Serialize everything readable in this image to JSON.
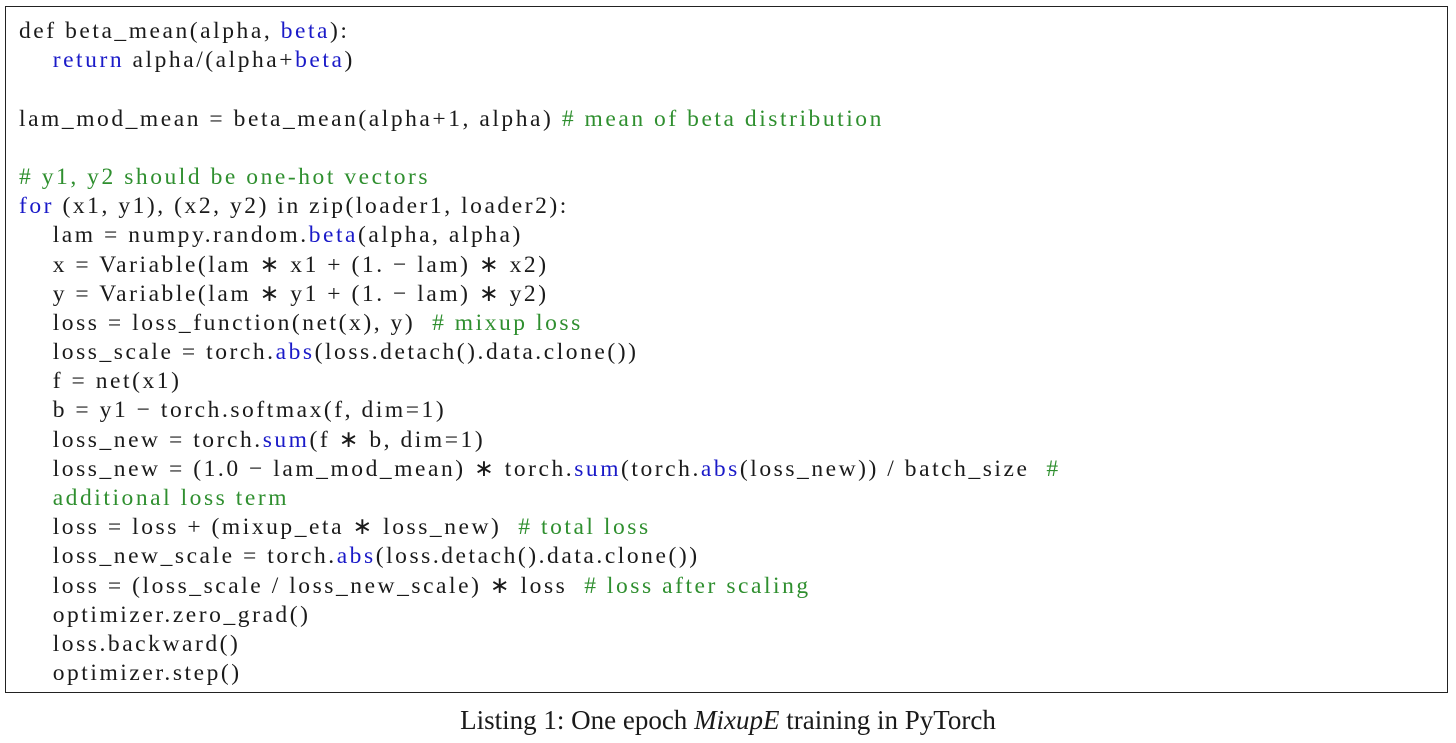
{
  "colors": {
    "keyword": "#1a1ac8",
    "comment": "#2f8f2f",
    "text": "#1a1a1a",
    "border": "#222222"
  },
  "code": {
    "lines": [
      [
        {
          "t": "tx",
          "s": "def beta_mean(alpha, "
        },
        {
          "t": "kw",
          "s": "beta"
        },
        {
          "t": "tx",
          "s": "):"
        }
      ],
      [
        {
          "t": "tx",
          "s": "    "
        },
        {
          "t": "kw",
          "s": "return"
        },
        {
          "t": "tx",
          "s": " alpha/(alpha+"
        },
        {
          "t": "kw",
          "s": "beta"
        },
        {
          "t": "tx",
          "s": ")"
        }
      ],
      [],
      [
        {
          "t": "tx",
          "s": "lam_mod_mean = beta_mean(alpha+1, alpha) "
        },
        {
          "t": "cm",
          "s": "# mean of beta distribution"
        }
      ],
      [],
      [
        {
          "t": "cm",
          "s": "# y1, y2 should be one-hot vectors"
        }
      ],
      [
        {
          "t": "kw",
          "s": "for"
        },
        {
          "t": "tx",
          "s": " (x1, y1), (x2, y2) in zip(loader1, loader2):"
        }
      ],
      [
        {
          "t": "tx",
          "s": "    lam = numpy.random."
        },
        {
          "t": "kw",
          "s": "beta"
        },
        {
          "t": "tx",
          "s": "(alpha, alpha)"
        }
      ],
      [
        {
          "t": "tx",
          "s": "    x = Variable(lam ∗ x1 + (1. − lam) ∗ x2)"
        }
      ],
      [
        {
          "t": "tx",
          "s": "    y = Variable(lam ∗ y1 + (1. − lam) ∗ y2)"
        }
      ],
      [
        {
          "t": "tx",
          "s": "    loss = loss_function(net(x), y)  "
        },
        {
          "t": "cm",
          "s": "# mixup loss"
        }
      ],
      [
        {
          "t": "tx",
          "s": "    loss_scale = torch."
        },
        {
          "t": "kw",
          "s": "abs"
        },
        {
          "t": "tx",
          "s": "(loss.detach().data.clone())"
        }
      ],
      [
        {
          "t": "tx",
          "s": "    f = net(x1)"
        }
      ],
      [
        {
          "t": "tx",
          "s": "    b = y1 − torch.softmax(f, dim=1)"
        }
      ],
      [
        {
          "t": "tx",
          "s": "    loss_new = torch."
        },
        {
          "t": "kw",
          "s": "sum"
        },
        {
          "t": "tx",
          "s": "(f ∗ b, dim=1)"
        }
      ],
      [
        {
          "t": "tx",
          "s": "    loss_new = (1.0 − lam_mod_mean) ∗ torch."
        },
        {
          "t": "kw",
          "s": "sum"
        },
        {
          "t": "tx",
          "s": "(torch."
        },
        {
          "t": "kw",
          "s": "abs"
        },
        {
          "t": "tx",
          "s": "(loss_new)) / batch_size  "
        },
        {
          "t": "cm",
          "s": "#"
        }
      ],
      [
        {
          "t": "cm",
          "s": "    additional loss term"
        }
      ],
      [
        {
          "t": "tx",
          "s": "    loss = loss + (mixup_eta ∗ loss_new)  "
        },
        {
          "t": "cm",
          "s": "# total loss"
        }
      ],
      [
        {
          "t": "tx",
          "s": "    loss_new_scale = torch."
        },
        {
          "t": "kw",
          "s": "abs"
        },
        {
          "t": "tx",
          "s": "(loss.detach().data.clone())"
        }
      ],
      [
        {
          "t": "tx",
          "s": "    loss = (loss_scale / loss_new_scale) ∗ loss  "
        },
        {
          "t": "cm",
          "s": "# loss after scaling"
        }
      ],
      [
        {
          "t": "tx",
          "s": "    optimizer.zero_grad()"
        }
      ],
      [
        {
          "t": "tx",
          "s": "    loss.backward()"
        }
      ],
      [
        {
          "t": "tx",
          "s": "    optimizer.step()"
        }
      ]
    ]
  },
  "caption": {
    "prefix": "Listing 1: One epoch ",
    "emphasis": "MixupE",
    "suffix": " training in PyTorch"
  }
}
